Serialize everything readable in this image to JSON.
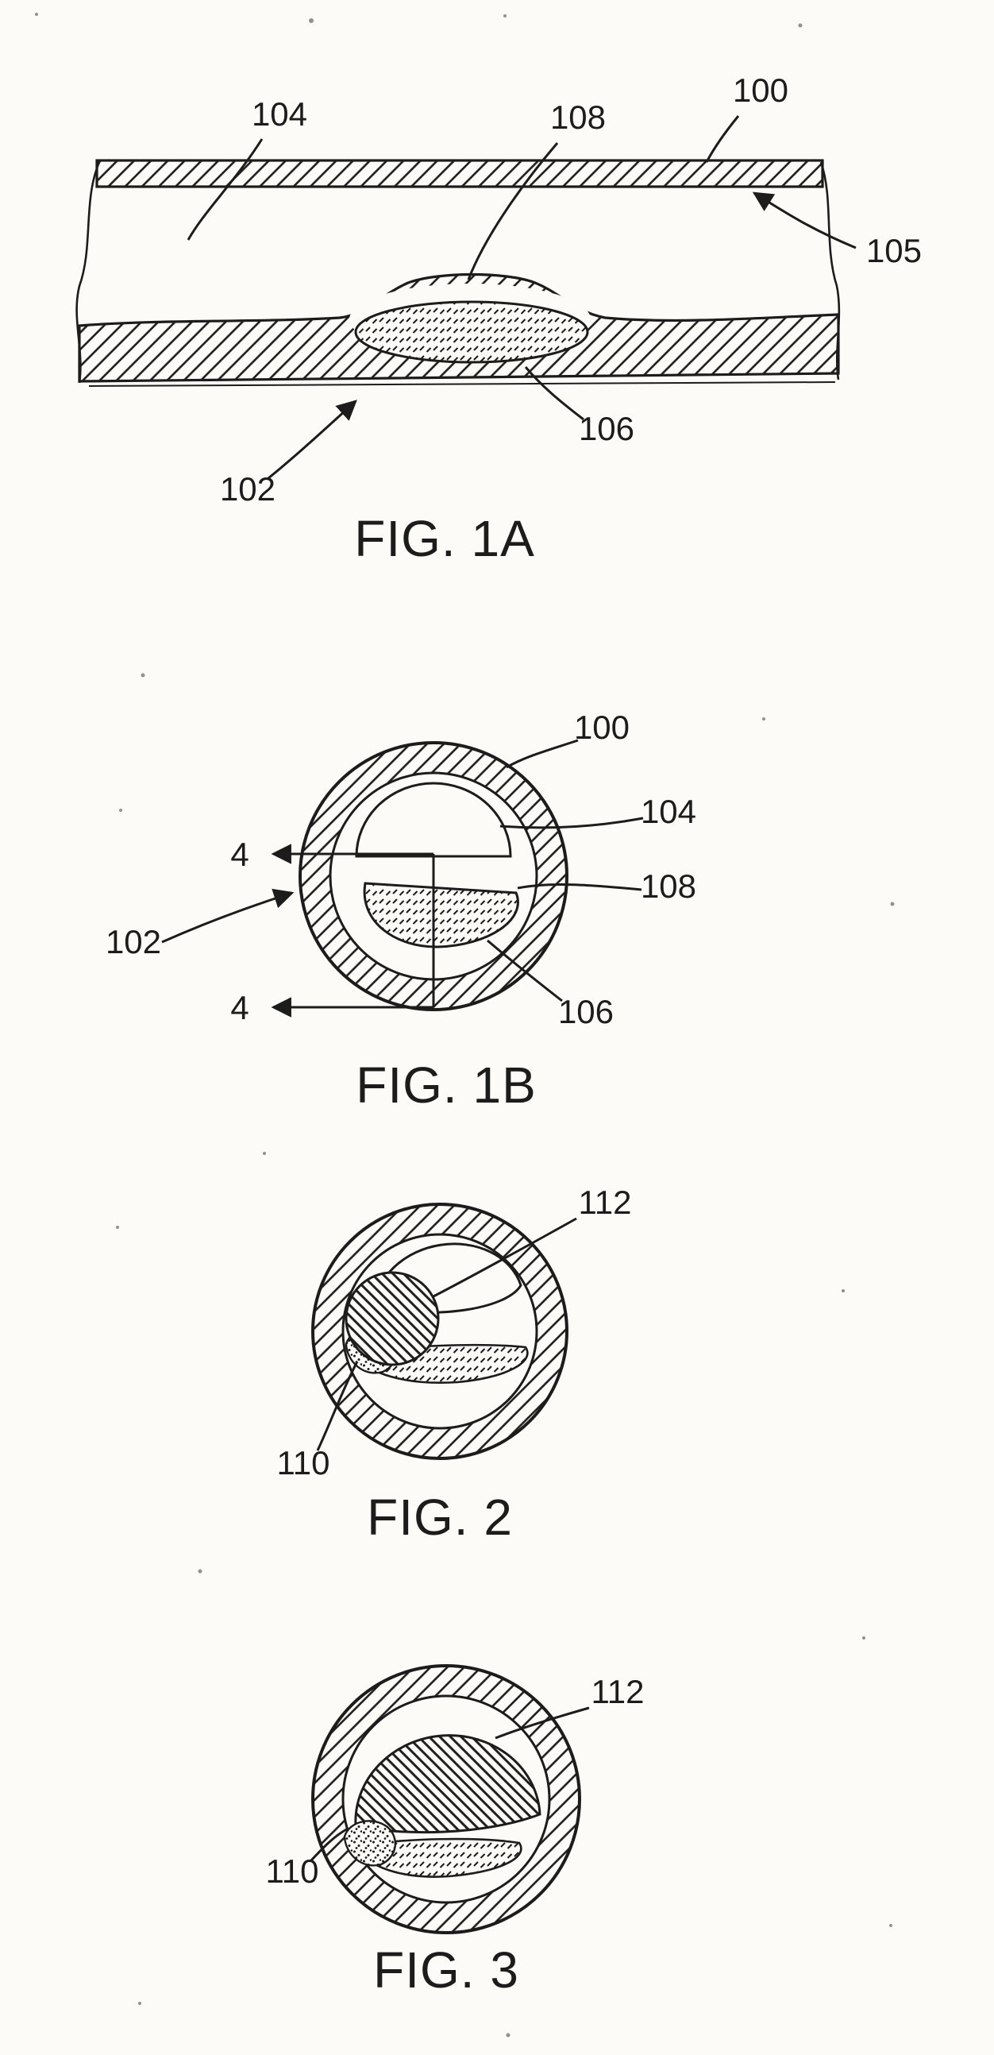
{
  "page": {
    "paper_color": "#fcfbf8",
    "ink_color": "#1c1c1c",
    "kind": "patent-figure-sheet"
  },
  "fig1a": {
    "caption": "FIG. 1A",
    "labels": {
      "l104": "104",
      "l108": "108",
      "l100": "100",
      "l105": "105",
      "l106": "106",
      "l102": "102"
    }
  },
  "fig1b": {
    "caption": "FIG. 1B",
    "labels": {
      "l100": "100",
      "l104": "104",
      "l108": "108",
      "l106": "106",
      "l102": "102",
      "section_top": "4",
      "section_bottom": "4"
    }
  },
  "fig2": {
    "caption": "FIG. 2",
    "labels": {
      "l112": "112",
      "l110": "110"
    }
  },
  "fig3": {
    "caption": "FIG. 3",
    "labels": {
      "l112": "112",
      "l110": "110"
    }
  }
}
